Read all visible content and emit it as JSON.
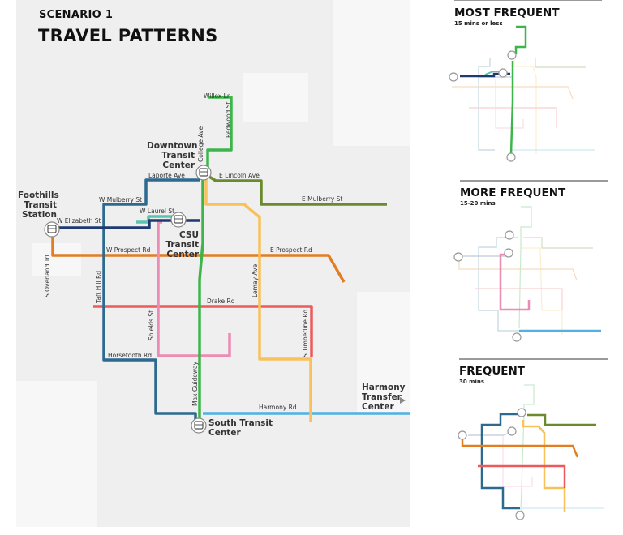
{
  "header": {
    "scenario": "SCENARIO 1",
    "title": "TRAVEL PATTERNS"
  },
  "hubs": {
    "downtown": "Downtown Transit Center",
    "downtown_lines": [
      "Downtown",
      "Transit",
      "Center"
    ],
    "foothills_lines": [
      "Foothills",
      "Transit",
      "Station"
    ],
    "csu_lines": [
      "CSU Transit",
      "Center"
    ],
    "south_lines": [
      "South Transit",
      "Center"
    ],
    "harmony_lines": [
      "Harmony",
      "Transfer",
      "Center"
    ]
  },
  "streets": {
    "willox": "Willox Ln",
    "redwood": "Redwood St",
    "college": "College Ave",
    "laporte": "Laporte Ave",
    "e_lincoln": "E Lincoln Ave",
    "e_mulberry": "E Mulberry St",
    "w_mulberry": "W Mulberry St",
    "w_laurel": "W Laurel St",
    "w_elizabeth": "W Elizabeth St",
    "w_prospect": "W Prospect Rd",
    "e_prospect": "E Prospect Rd",
    "s_overland": "S Overland Trl",
    "taft_hill": "Taft Hill Rd",
    "lemay": "Lemay Ave",
    "drake": "Drake Rd",
    "shields": "Shields St",
    "timberline": "S Timberline Rd",
    "horsetooth": "Horsetooth Rd",
    "max_guideway": "Max Guideway",
    "harmony": "Harmony Rd"
  },
  "route_colors": {
    "max_green": "#3db54a",
    "taft_blue": "#2d6a8f",
    "elizabeth_navy": "#1f3a70",
    "laurel_teal": "#5cc3b1",
    "shields_pink": "#ec8bb4",
    "prospect_orange": "#e47d21",
    "mulberry_olive": "#6b8a2e",
    "lemay_yellow": "#f9c15a",
    "drake_red": "#ec5a5c",
    "harmony_lightblue": "#4fb1e6"
  },
  "panels": [
    {
      "title": "MOST FREQUENT",
      "subtitle": "15 mins or less"
    },
    {
      "title": "MORE FREQUENT",
      "subtitle": "15-20 mins"
    },
    {
      "title": "FREQUENT",
      "subtitle": "30 mins"
    }
  ]
}
